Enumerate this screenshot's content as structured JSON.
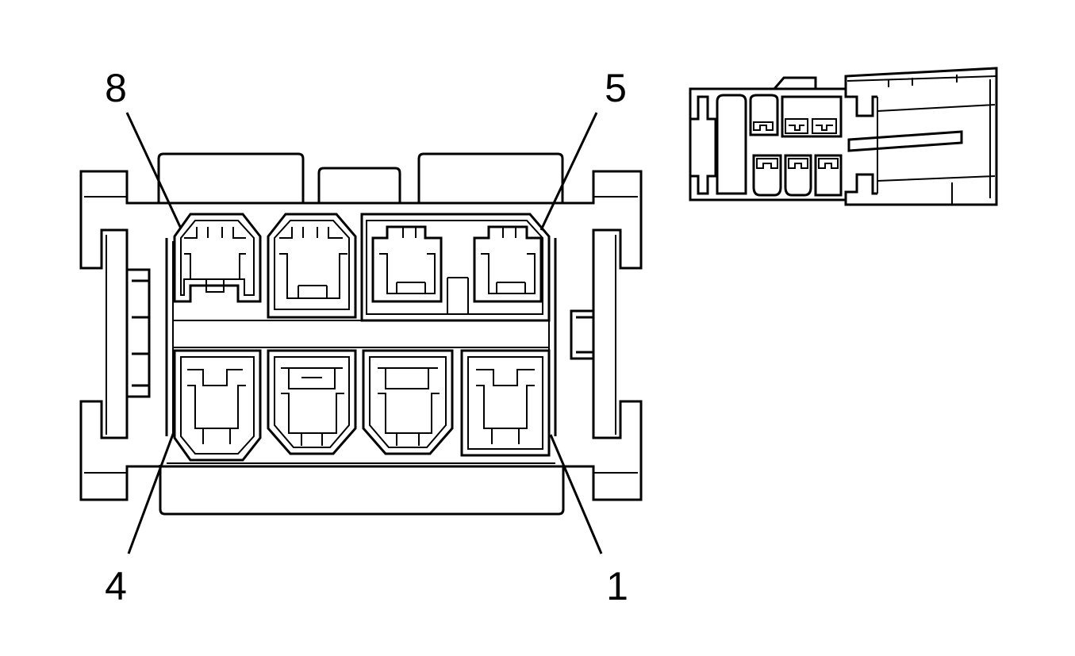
{
  "diagram": {
    "pin_labels": {
      "top_left": "8",
      "top_right": "5",
      "bottom_left": "4",
      "bottom_right": "1"
    },
    "colors": {
      "line": "#000000",
      "background": "#ffffff"
    }
  }
}
